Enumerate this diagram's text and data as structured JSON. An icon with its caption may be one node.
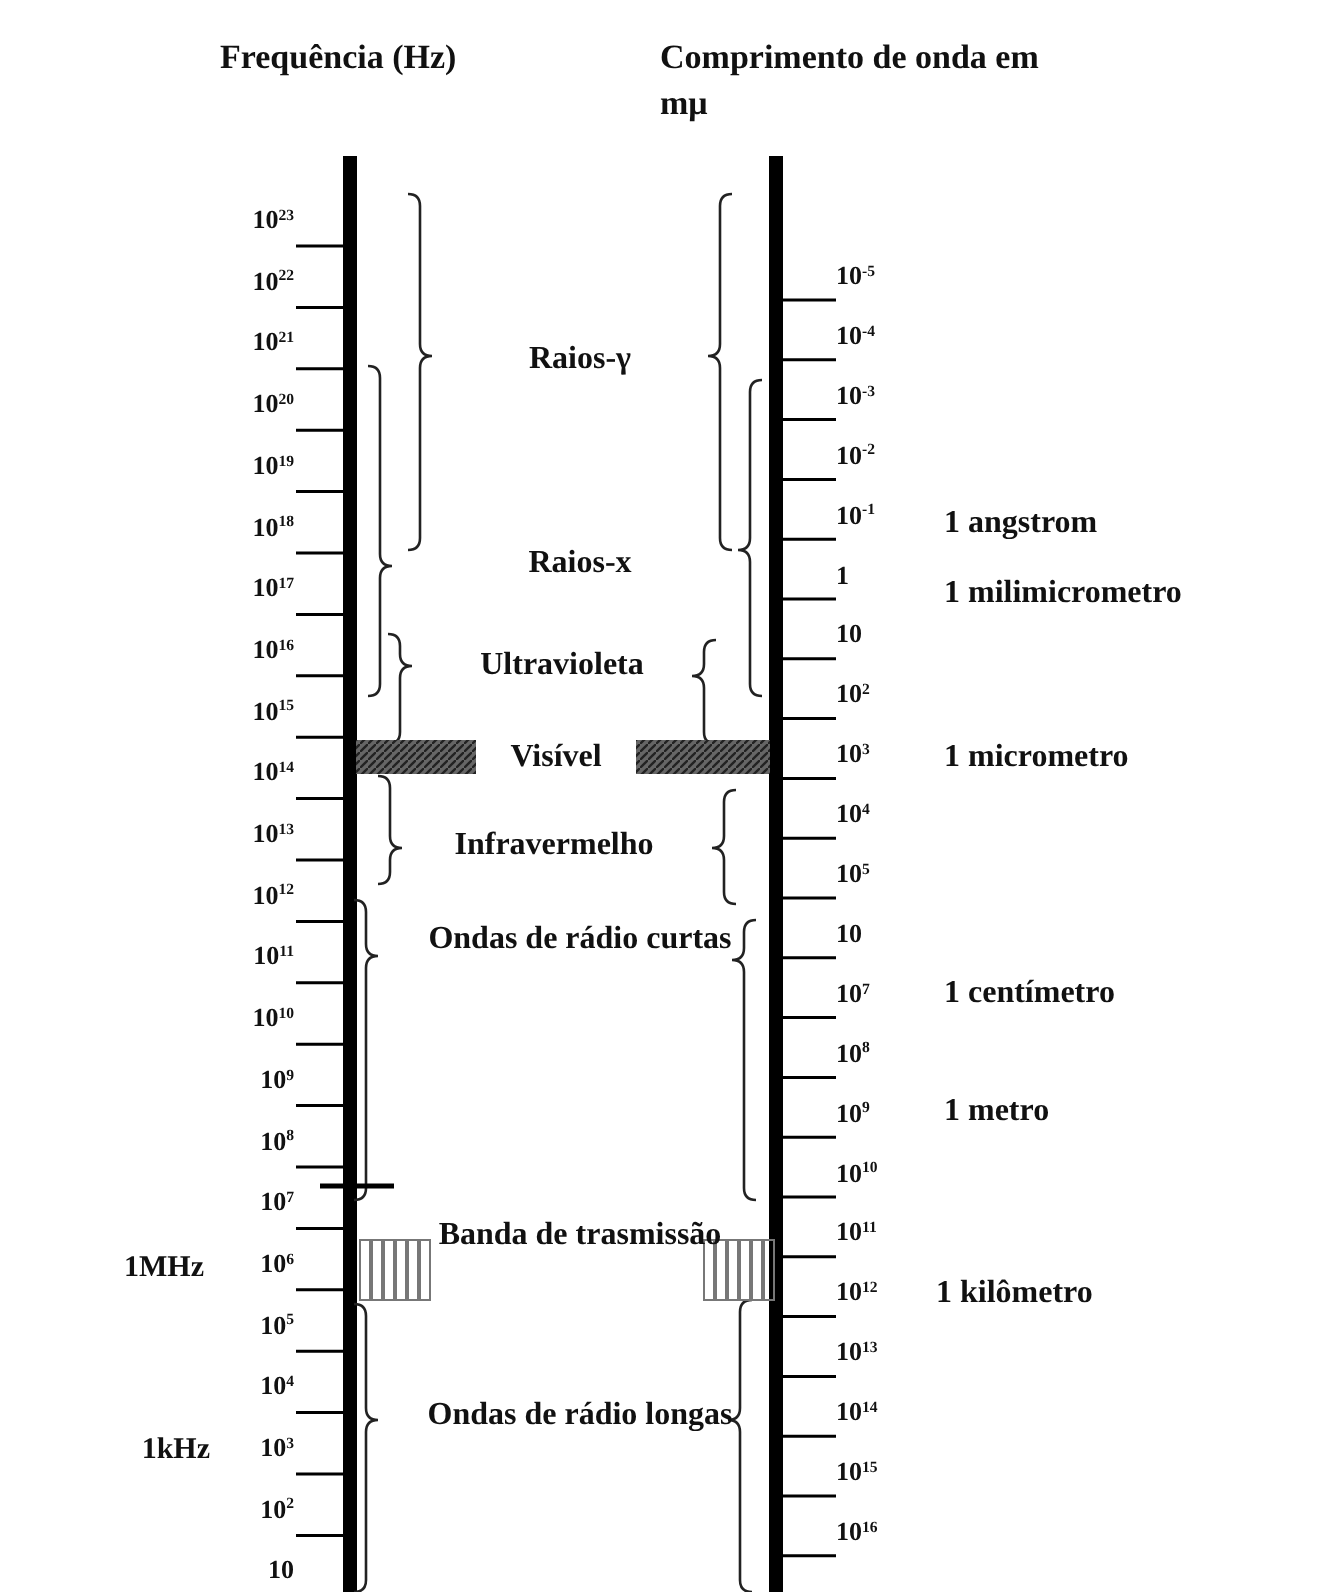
{
  "diagram": {
    "labels": [
      "Frequência (Hz)",
      "Comprimento de onda em mμ",
      "10$^{23}$",
      "10$^{22}$",
      "10$^{21}$",
      "10$^{20}$",
      "10$^{19}$",
      "10$^{18}$",
      "10$^{17}$",
      "10$^{16}$",
      "10$^{15}$",
      "10$^{14}$",
      "10$^{13}$",
      "10$^{12}$",
      "10$^{11}$",
      "10$^{10}$",
      "10$^{9}$",
      "10$^{8}$",
      "10$^{7}$",
      "10$^{6}$",
      "10$^{5}$",
      "10$^{4}$",
      "10$^{3}$",
      "10$^{2}$",
      "10",
      "Raios-γ",
      "Raios-x",
      "Ultravioleta",
      "Visível",
      "Infravermelho",
      "Ondas de rádio curtas",
      "Banda de trasmissão",
      "Ondas de rádio longas",
      "10$^{-5}$",
      "10$^{-4}$",
      "10$^{-3}$",
      "10$^{-2}$",
      "10$^{-1}$",
      "1",
      "10",
      "10$^{2}$",
      "10$^{3}$",
      "10$^{4}$",
      "10$^{5}$",
      "10",
      "10$^{7}$",
      "10$^{8}$",
      "10$^{9}$",
      "10$^{10}$",
      "10$^{11}$",
      "10$^{12}$",
      "10$^{13}$",
      "10$^{14}$",
      "10$^{15}$",
      "10$^{16}$",
      "1 angstrom",
      "1 milimicrometro",
      "1 micrometro",
      "1 centímetro",
      "1 metro",
      "1 kilômetro",
      "1MHz",
      "1kHz"
    ]
  }
}
